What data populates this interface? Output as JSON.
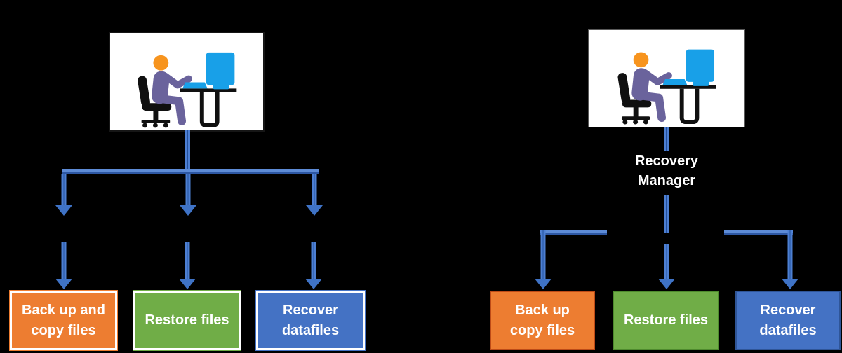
{
  "diagram": {
    "background_color": "#000000",
    "connector_color": "#4472C4",
    "left_flow": {
      "figure": "person-working-at-computer",
      "boxes": [
        {
          "label": "Back up and\ncopy files",
          "color": "#ED7D31"
        },
        {
          "label": "Restore files",
          "color": "#70AD47"
        },
        {
          "label": "Recover\ndatafiles",
          "color": "#4472C4"
        }
      ]
    },
    "right_flow": {
      "figure": "person-working-at-computer",
      "connector_label": "Recovery\nManager",
      "boxes": [
        {
          "label": "Back up\ncopy files",
          "color": "#ED7D31"
        },
        {
          "label": "Restore files",
          "color": "#70AD47"
        },
        {
          "label": "Recover\ndatafiles",
          "color": "#4472C4"
        }
      ]
    }
  }
}
